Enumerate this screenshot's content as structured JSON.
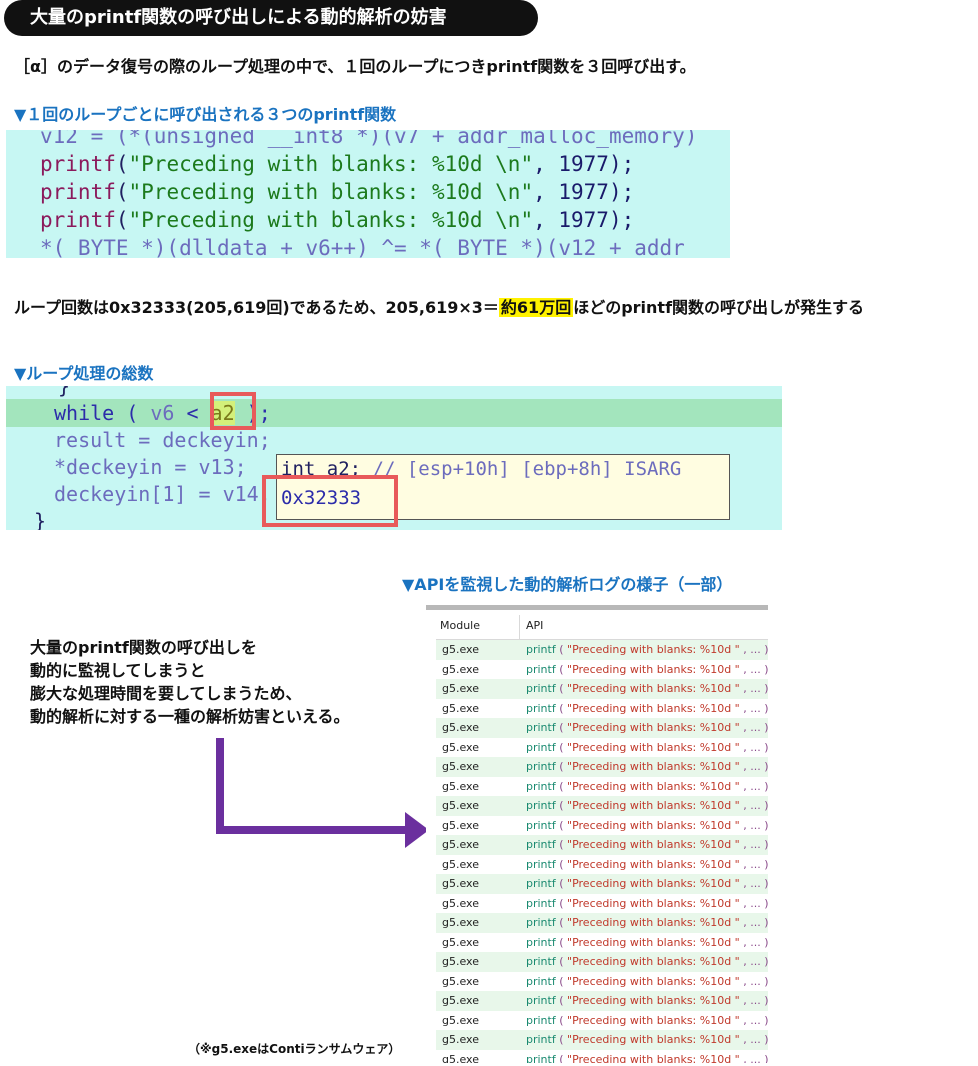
{
  "title": "大量のprintf関数の呼び出しによる動的解析の妨害",
  "intro": "［α］のデータ復号の際のループ処理の中で、１回のループにつきprintf関数を３回呼び出す。",
  "section1": {
    "heading": "▼１回のループごとに呼び出される３つのprintf関数",
    "lines": {
      "l0": "v12 = (*(unsigned __int8 *)(v7 + addr_malloc_memory)",
      "p_fn": "printf",
      "p_open": "(",
      "p_str": "\"Preceding with blanks: %10d \\n\"",
      "p_rest": ", 1977);",
      "l4": "*( BYTE *)(dlldata + v6++) ^= *( BYTE *)(v12 + addr_"
    }
  },
  "summary": {
    "before": "ループ回数は0x32333(205,619回)であるため、205,619×3＝",
    "highlight": "約61万回",
    "after": "ほどのprintf関数の呼び出しが発生する"
  },
  "section2": {
    "heading": "▼ループ処理の総数",
    "l0": "}",
    "while_kw": "while ( ",
    "while_v6": "v6",
    "while_lt": " < ",
    "while_a2": "a2",
    "while_end": " );",
    "l2": "result = deckeyin;",
    "l3": "*deckeyin = v13;",
    "l4": "deckeyin[1] = v14;",
    "l5": "}",
    "tooltip_l1a": "int a2; ",
    "tooltip_l1b": "// [esp+10h] [ebp+8h] ISARG",
    "tooltip_l2": "0x32333"
  },
  "section3": {
    "heading": "▼APIを監視した動的解析ログの様子（一部）",
    "col_module": "Module",
    "col_api": "API",
    "row": {
      "module": "g5.exe",
      "fn": "printf",
      "open": " ( ",
      "str": "\"Preceding with blanks: %10d \"",
      "close": " , ... )"
    },
    "row_count": 22
  },
  "callout": {
    "lines": [
      "大量のprintf関数の呼び出しを",
      "動的に監視してしまうと",
      "膨大な処理時間を要してしまうため、",
      "動的解析に対する一種の解析妨害といえる。"
    ]
  },
  "footnote": "（※g5.exeはContiランサムウェア）",
  "colors": {
    "heading": "#1a73c0",
    "code_bg": "#c7f7f3",
    "highlight_row": "#a3e5bd",
    "red_box": "#e85a5a",
    "arrow": "#6b2f9e",
    "highlight": "#fff200"
  }
}
